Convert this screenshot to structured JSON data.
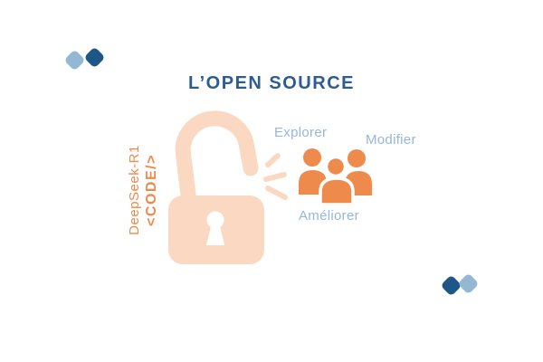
{
  "title": "L’OPEN SOURCE",
  "lock": {
    "model_label": "DeepSeek-R1",
    "code_label": "<CODE/>"
  },
  "community": {
    "actions": [
      "Explorer",
      "Modifier",
      "Améliorer"
    ]
  },
  "colors": {
    "background": "#ffffff",
    "title-blue": "#2d5c90",
    "label-blue": "#94b8d9",
    "accent-orange": "#ef8a4d",
    "peach": "#fbd8c2",
    "deco-dark-blue": "#1f5688",
    "deco-light-blue": "#94b8d3",
    "keyhole-white": "#ffffff"
  }
}
